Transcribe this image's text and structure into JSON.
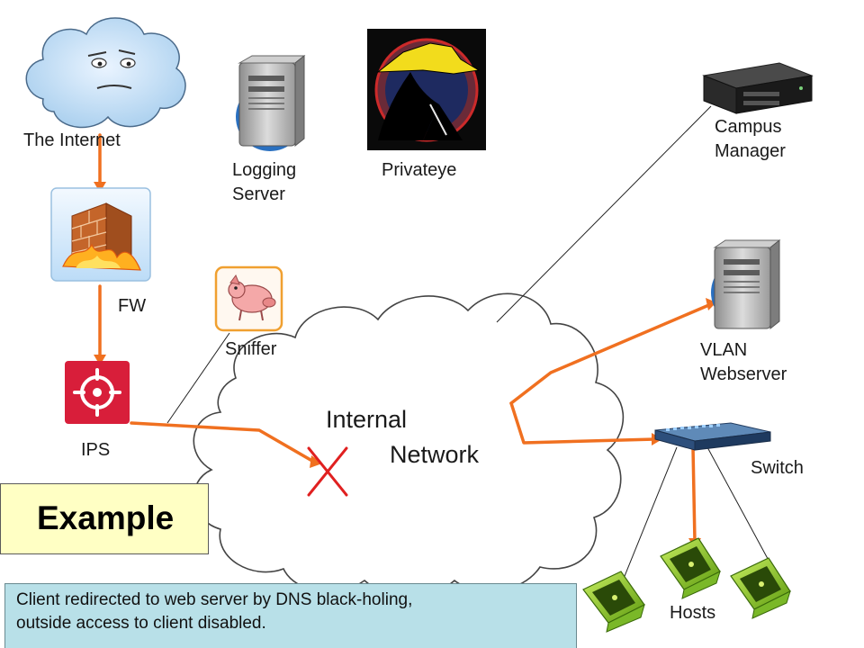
{
  "labels": {
    "internet": "The Internet",
    "fw": "FW",
    "ips": "IPS",
    "logging_line1": "Logging",
    "logging_line2": "Server",
    "privateye": "Privateye",
    "sniffer": "Sniffer",
    "campus_line1": "Campus",
    "campus_line2": "Manager",
    "vlan_line1": "VLAN",
    "vlan_line2": "Webserver",
    "switch": "Switch",
    "hosts": "Hosts",
    "internal_line1": "Internal",
    "internal_line2": "Network"
  },
  "example": {
    "title": "Example"
  },
  "note": {
    "line1": "Client redirected to web server by DNS black-holing,",
    "line2": "outside access to client disabled."
  },
  "colors": {
    "orange_link": "#f07020",
    "thin_link": "#222222",
    "block_mark": "#e02020",
    "example_fill": "#ffffc4",
    "note_fill": "#b8e0e8"
  }
}
